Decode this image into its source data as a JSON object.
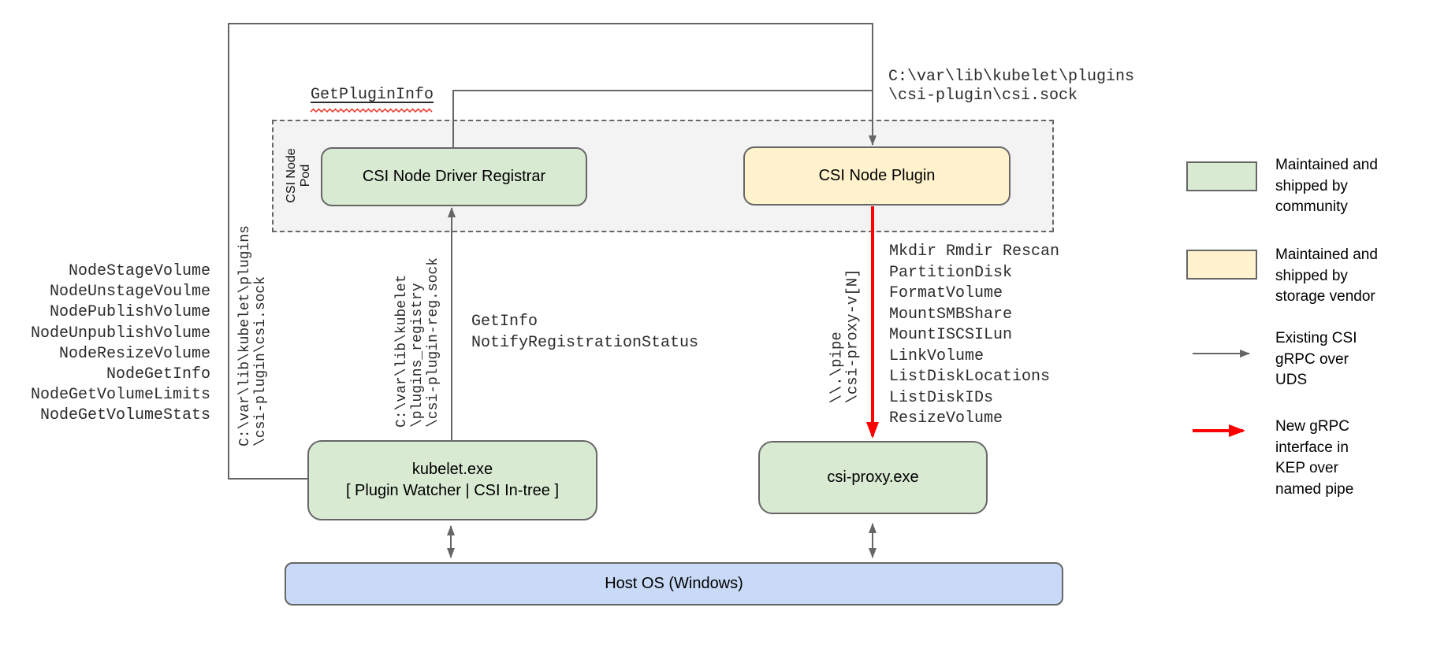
{
  "pod": {
    "label": "CSI Node Pod"
  },
  "nodes": {
    "registrar": "CSI Node Driver Registrar",
    "plugin": "CSI Node Plugin",
    "kubelet": "kubelet.exe\n[ Plugin Watcher | CSI In-tree ]",
    "csi_proxy": "csi-proxy.exe",
    "host_os": "Host OS (Windows)"
  },
  "edge_labels": {
    "get_plugin_info": "GetPluginInfo",
    "csi_sock_horizontal": "C:\\var\\lib\\kubelet\\plugins\n\\csi-plugin\\csi.sock",
    "csi_sock_vertical": "C:\\var\\lib\\kubelet\\plugins\n\\csi-plugin\\csi.sock",
    "reg_sock_vertical": "C:\\var\\lib\\kubelet\n\\plugins_registry\n\\csi-plugin-reg.sock",
    "pipe_vertical": "\\\\.\\pipe\n\\csi-proxy-v[N]",
    "registration_calls": "GetInfo\nNotifyRegistrationStatus"
  },
  "kubelet_csi_calls": [
    "NodeStageVolume",
    "NodeUnstageVoulme",
    "NodePublishVolume",
    "NodeUnpublishVolume",
    "NodeResizeVolume",
    "NodeGetInfo",
    "NodeGetVolumeLimits",
    "NodeGetVolumeStats"
  ],
  "proxy_api_calls": [
    "Mkdir Rmdir Rescan",
    "PartitionDisk",
    "FormatVolume",
    "MountSMBShare",
    "MountISCSILun",
    "LinkVolume",
    "ListDiskLocations",
    "ListDiskIDs",
    "ResizeVolume"
  ],
  "legend": {
    "items": [
      {
        "symbol": "green-box",
        "color": "#d9ead3",
        "label": "Maintained and\nshipped by\ncommunity"
      },
      {
        "symbol": "yellow-box",
        "color": "#fff2cc",
        "label": "Maintained and\nshipped by\nstorage vendor"
      },
      {
        "symbol": "gray-arrow",
        "color": "#666666",
        "label": "Existing CSI\ngRPC over\nUDS"
      },
      {
        "symbol": "red-arrow",
        "color": "#ff0000",
        "label": "New gRPC\ninterface in\nKEP over\nnamed pipe"
      }
    ]
  },
  "colors": {
    "community_green": "#d9ead3",
    "vendor_yellow": "#fff2cc",
    "host_blue": "#c9daf8",
    "pod_fill": "#f3f3f3",
    "line_gray": "#666666",
    "new_interface_red": "#ff0000",
    "spellcheck_squiggle": "#ea4335"
  }
}
